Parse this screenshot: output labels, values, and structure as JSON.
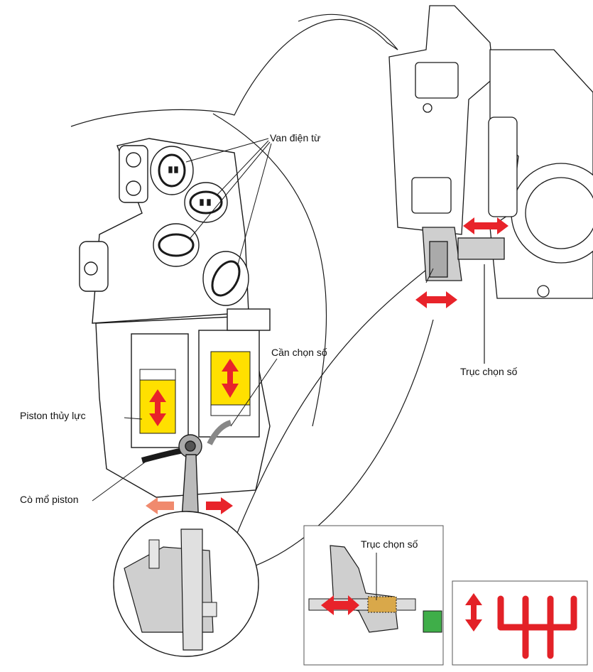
{
  "labels": {
    "solenoid_valves": "Van điện từ",
    "selector_lever": "Cần chọn  số",
    "hydraulic_piston": "Piston thủy lực",
    "piston_rocker": "Cò mổ piston",
    "selector_shaft_top": "Trục chọn số",
    "selector_shaft_inset": "Trục chọn số"
  },
  "colors": {
    "outline": "#1a1a1a",
    "housing_gray": "#cfcfcf",
    "piston_yellow": "#ffe000",
    "arrow_red": "#e8232a",
    "arrow_salmon": "#f08a6e",
    "connector_green": "#3fae49",
    "gear_pattern_red": "#e32127"
  },
  "icons": {
    "double_arrow": "double-arrow-icon",
    "gear_shift_pattern": "gear-shift-pattern-icon"
  }
}
